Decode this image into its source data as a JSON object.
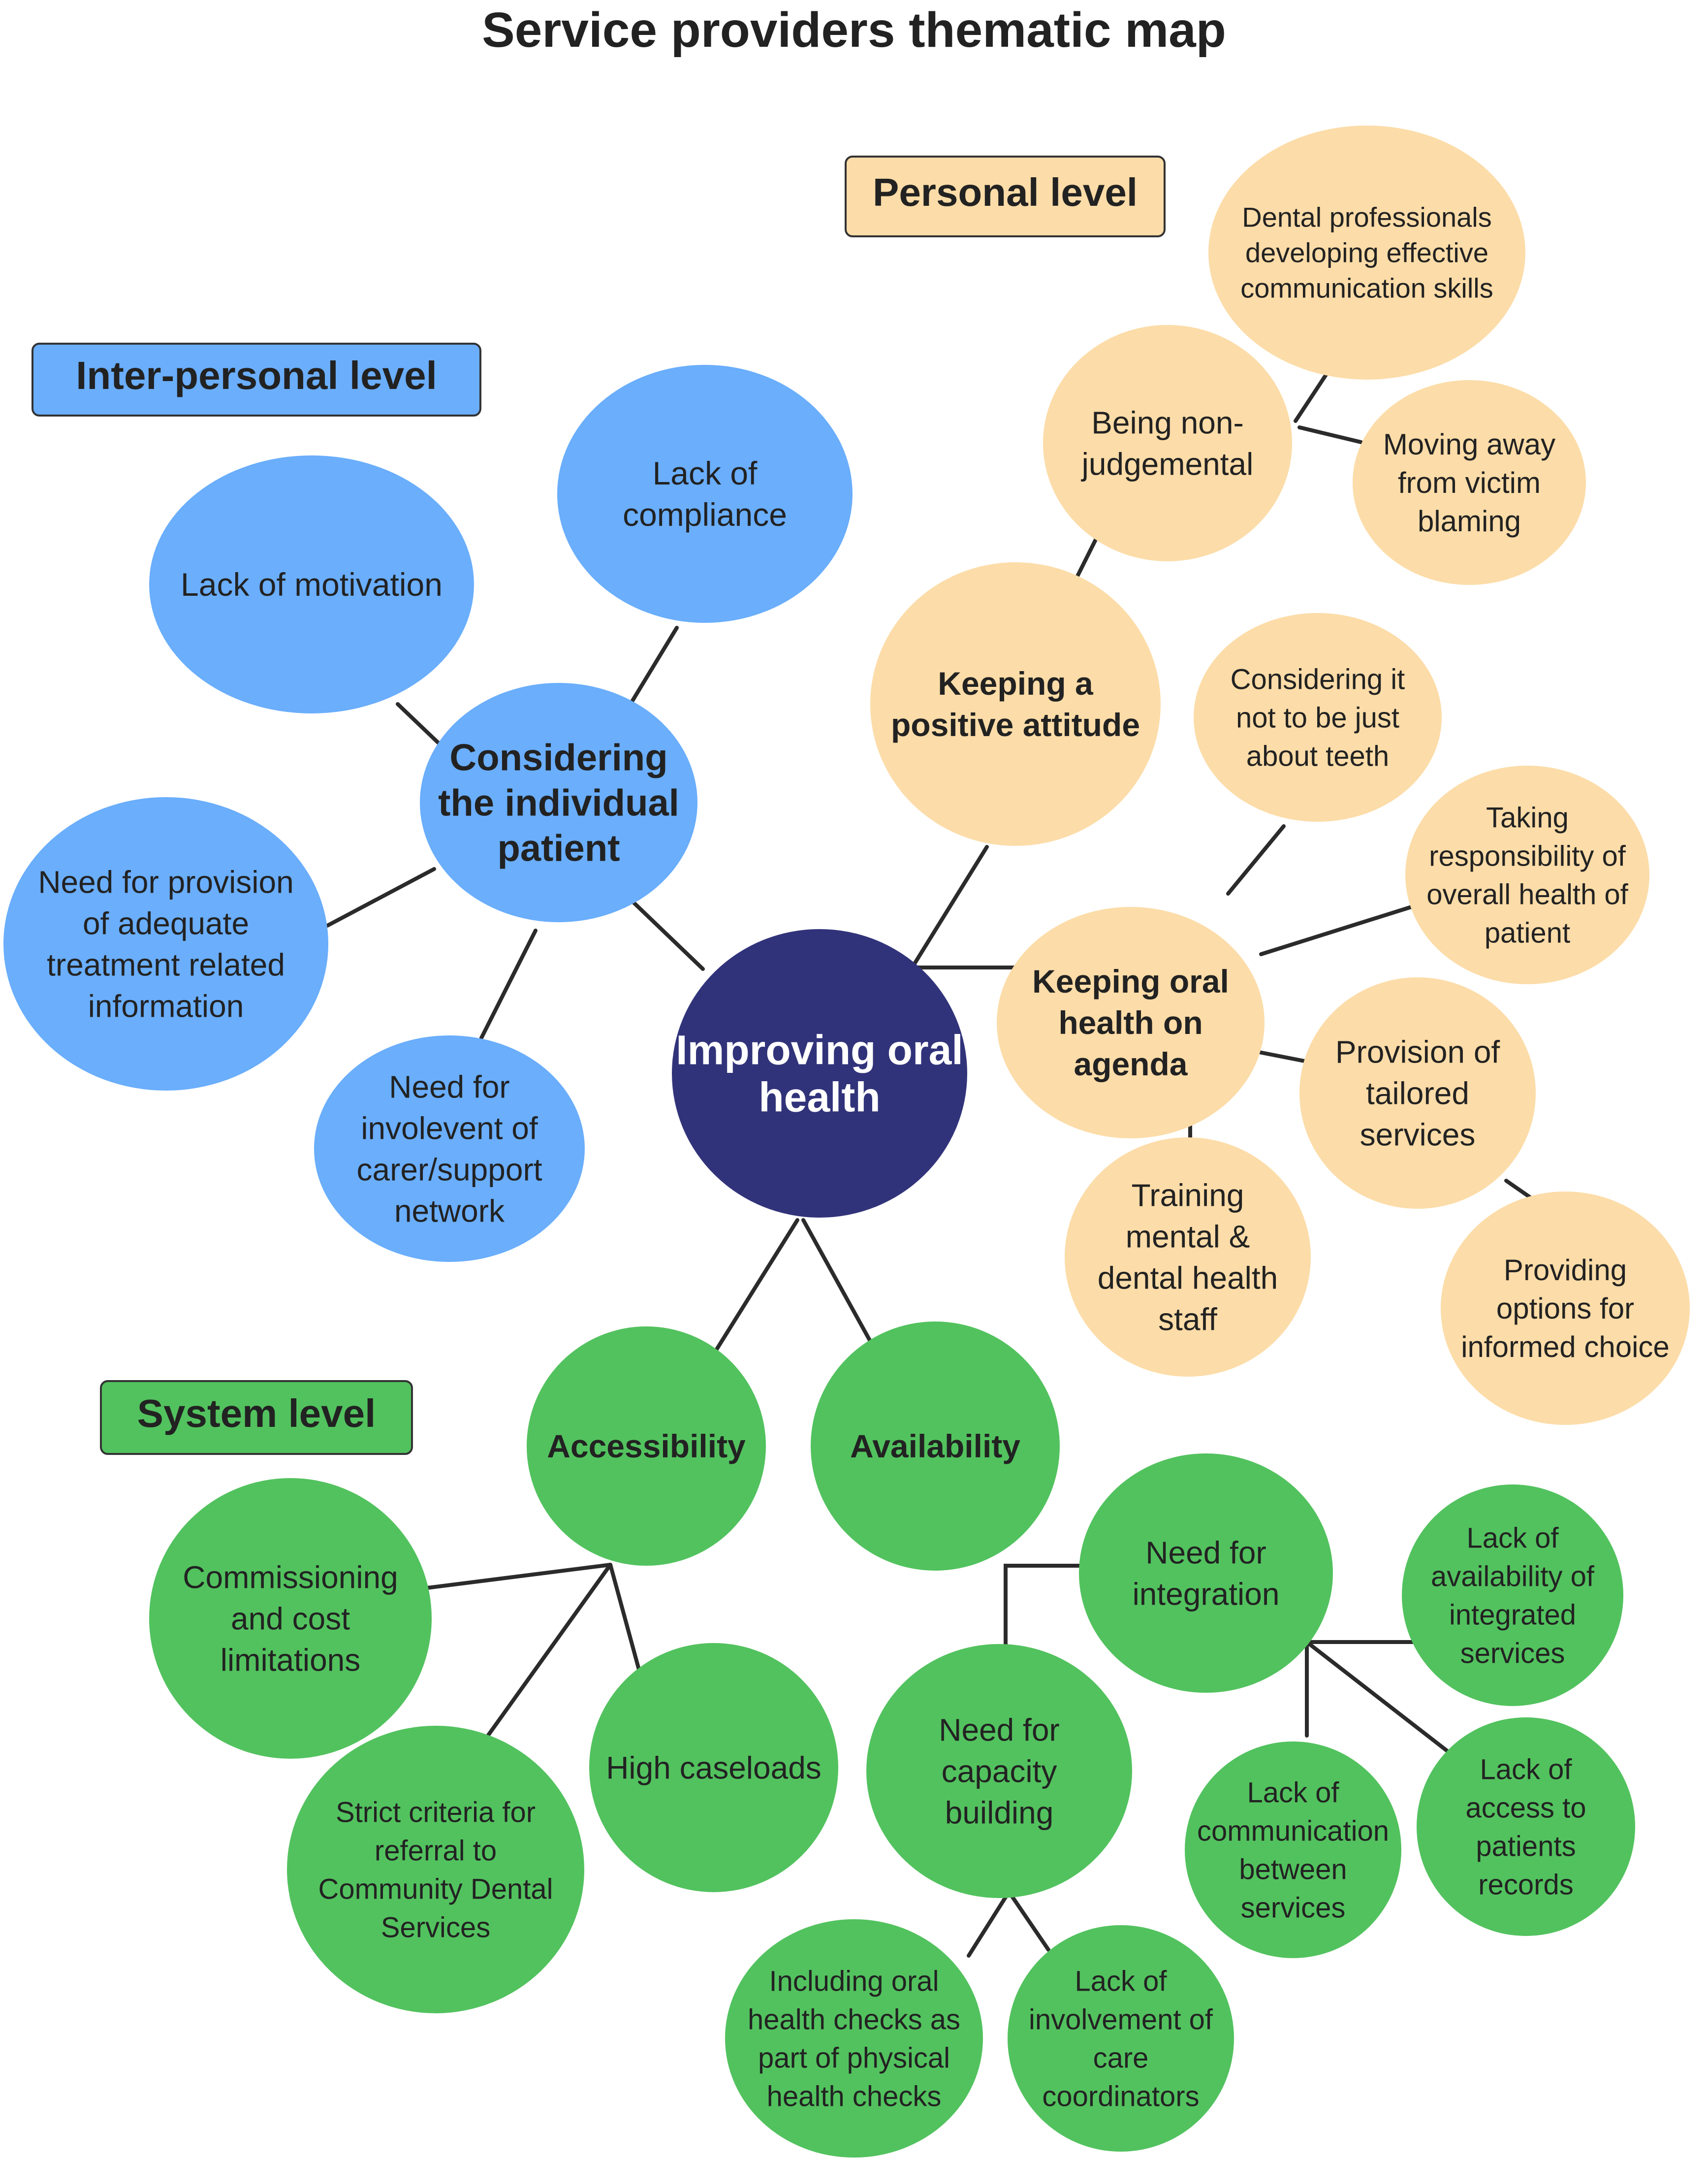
{
  "title": "Service providers thematic map",
  "colors": {
    "inter_personal": "#6aaefc",
    "personal": "#fcdca8",
    "system": "#52c25e",
    "center": "#31337a",
    "center_text": "#ffffff",
    "line": "#2b2b2b"
  },
  "level_labels": {
    "personal": "Personal level",
    "inter_personal": "Inter-personal level",
    "system": "System level"
  },
  "center": {
    "lines": [
      "Improving oral",
      "health"
    ]
  },
  "inter_personal": {
    "hub": {
      "lines": [
        "Considering",
        "the individual",
        "patient"
      ]
    },
    "lack_motivation": {
      "lines": [
        "Lack of motivation"
      ]
    },
    "lack_compliance": {
      "lines": [
        "Lack of",
        "compliance"
      ]
    },
    "need_provision_info": {
      "lines": [
        "Need for provision",
        "of adequate",
        "treatment related",
        "information"
      ]
    },
    "need_involvement_carer": {
      "lines": [
        "Need for",
        "involevent of",
        "carer/support",
        "network"
      ]
    }
  },
  "personal": {
    "positive_attitude": {
      "lines": [
        "Keeping a",
        "positive attitude"
      ]
    },
    "non_judgemental": {
      "lines": [
        "Being non-",
        "judgemental"
      ]
    },
    "communication_skills": {
      "lines": [
        "Dental professionals",
        "developing effective",
        "communication skills"
      ]
    },
    "victim_blaming": {
      "lines": [
        "Moving away",
        "from victim",
        "blaming"
      ]
    },
    "oral_health_agenda": {
      "lines": [
        "Keeping oral",
        "health on",
        "agenda"
      ]
    },
    "not_just_teeth": {
      "lines": [
        "Considering it",
        "not to be just",
        "about teeth"
      ]
    },
    "taking_responsibility": {
      "lines": [
        "Taking",
        "responsibility of",
        "overall health of",
        "patient"
      ]
    },
    "tailored_services": {
      "lines": [
        "Provision of",
        "tailored",
        "services"
      ]
    },
    "informed_choice": {
      "lines": [
        "Providing",
        "options for",
        "informed choice"
      ]
    },
    "training_staff": {
      "lines": [
        "Training",
        "mental &",
        "dental health",
        "staff"
      ]
    }
  },
  "system": {
    "accessibility": {
      "lines": [
        "Accessibility"
      ]
    },
    "availability": {
      "lines": [
        "Availability"
      ]
    },
    "commissioning": {
      "lines": [
        "Commissioning",
        "and cost",
        "limitations"
      ]
    },
    "strict_criteria": {
      "lines": [
        "Strict criteria for",
        "referral to",
        "Community Dental",
        "Services"
      ]
    },
    "high_caseloads": {
      "lines": [
        "High caseloads"
      ]
    },
    "need_integration": {
      "lines": [
        "Need for",
        "integration"
      ]
    },
    "lack_availability_integrated": {
      "lines": [
        "Lack of",
        "availability of",
        "integrated",
        "services"
      ]
    },
    "lack_access_records": {
      "lines": [
        "Lack of",
        "access to",
        "patients",
        "records"
      ]
    },
    "lack_communication": {
      "lines": [
        "Lack of",
        "communication",
        "between",
        "services"
      ]
    },
    "capacity_building": {
      "lines": [
        "Need for",
        "capacity",
        "building"
      ]
    },
    "oral_health_checks": {
      "lines": [
        "Including oral",
        "health checks as",
        "part of physical",
        "health checks"
      ]
    },
    "care_coordinators": {
      "lines": [
        "Lack of",
        "involvement of",
        "care",
        "coordinators"
      ]
    }
  }
}
